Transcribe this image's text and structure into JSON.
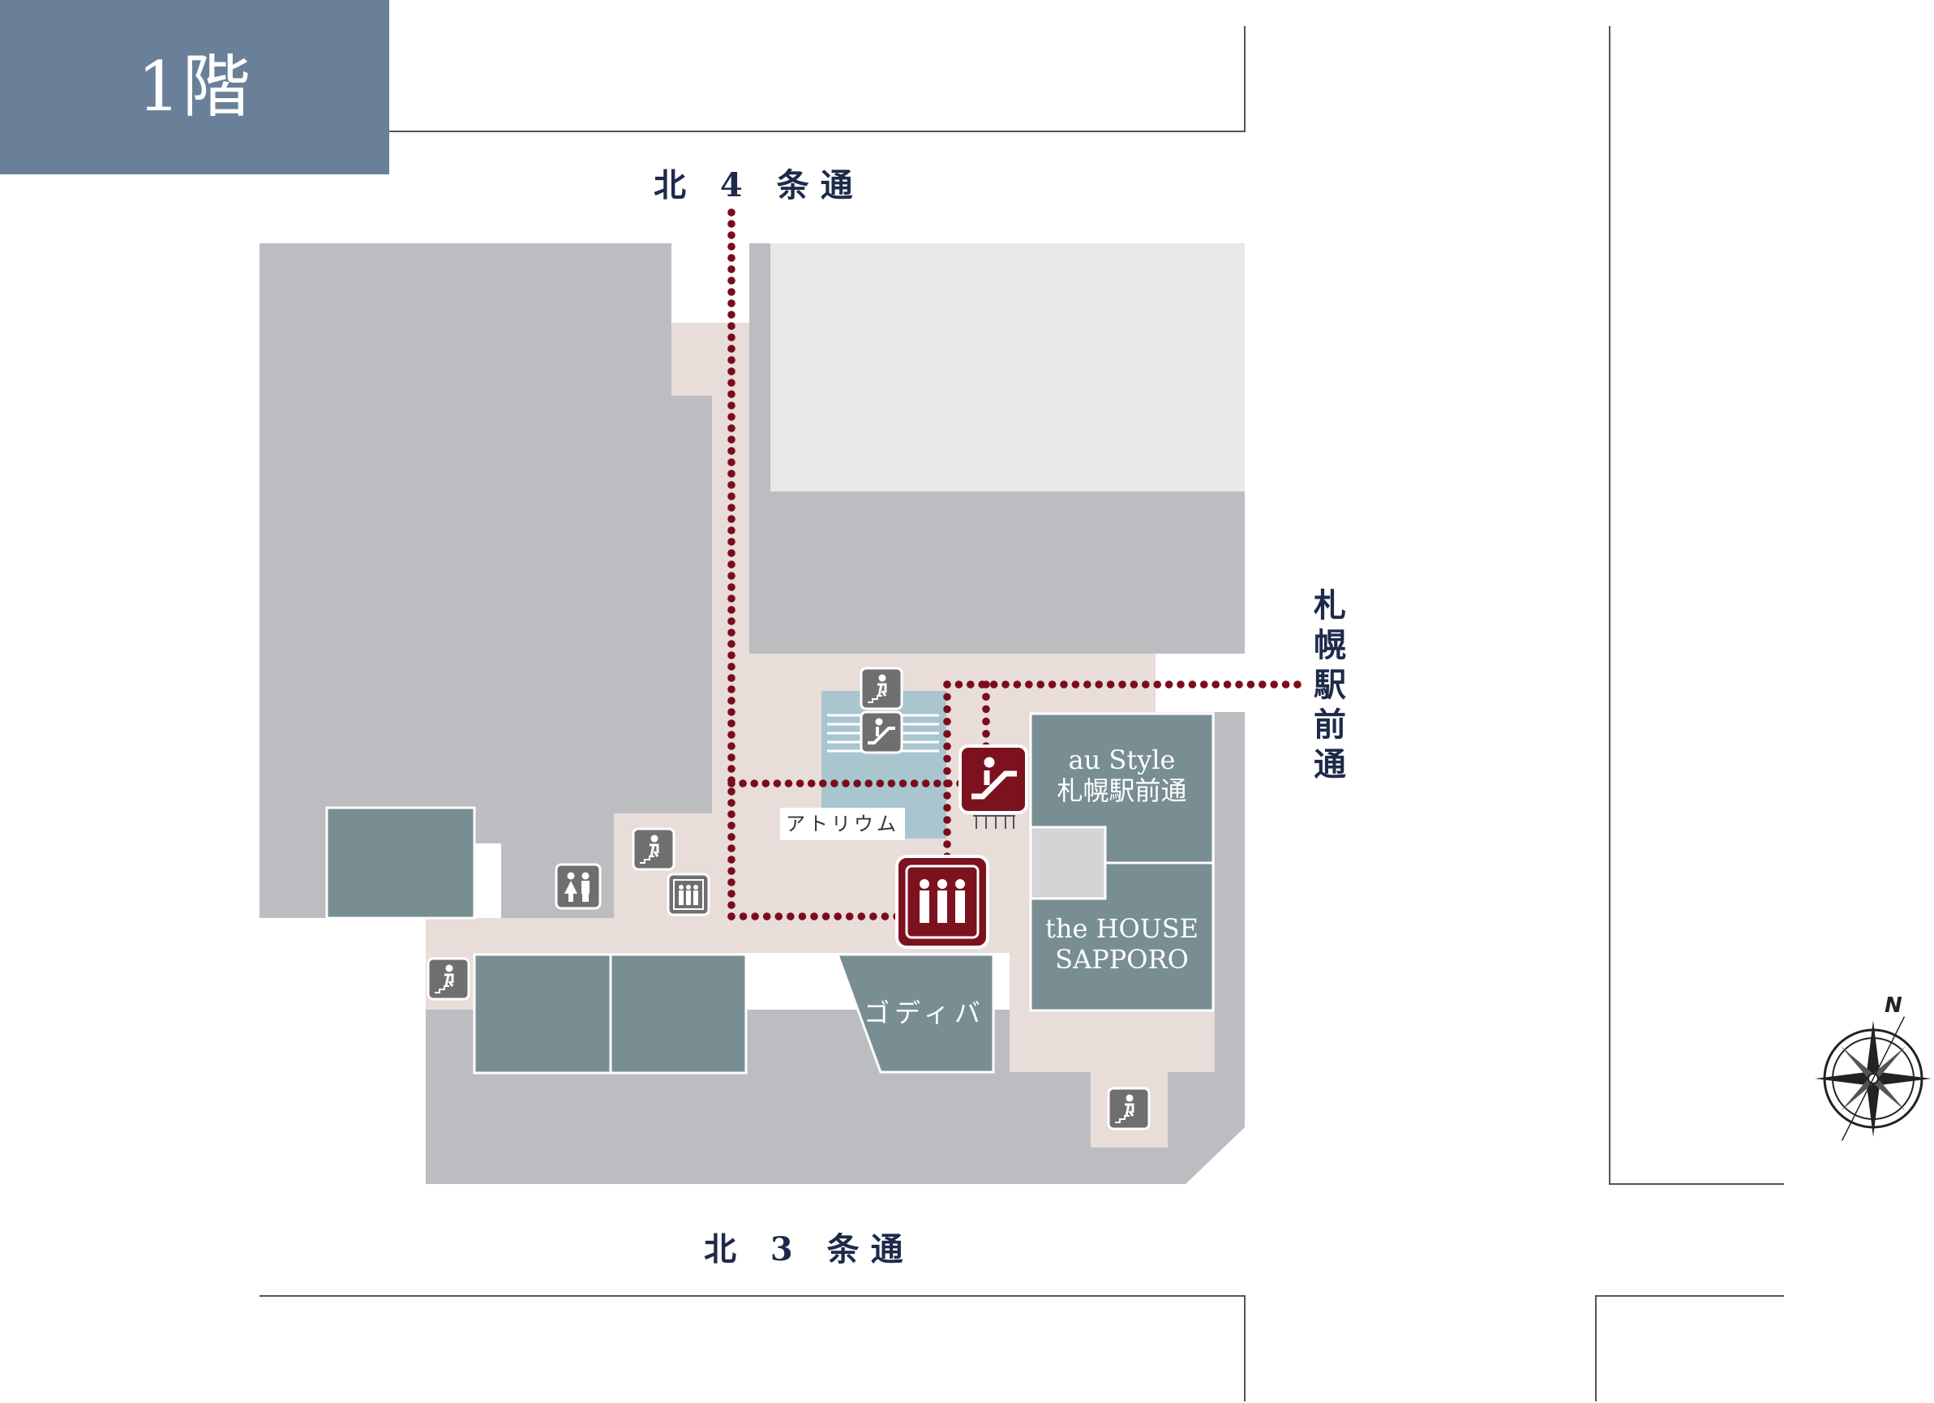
{
  "header": {
    "floor_label": "1階"
  },
  "streets": {
    "north": "北 4 条通",
    "south": "北 3 条通",
    "east": "札幌駅前通"
  },
  "shops": {
    "au_style": "au Style\n札幌駅前通",
    "the_house": "the HOUSE\nSAPPORO",
    "godiva": "ゴディバ"
  },
  "areas": {
    "atrium": "アトリウム"
  },
  "compass": {
    "north_letter": "N"
  },
  "icons": [
    "stairs-icon",
    "escalator-icon",
    "elevator-icon",
    "restroom-icon",
    "compass-icon"
  ],
  "colors": {
    "floor_badge": "#6a8099",
    "corridor": "#e8ddd9",
    "shop_teal": "#788e93",
    "building_gray": "#bbbdc0",
    "building_light": "#e8e8e9",
    "atrium_blue": "#a9c6cf",
    "route_dot": "#7a0c1c",
    "elevator_red": "#7d121f",
    "street_text": "#1e2a4a"
  }
}
